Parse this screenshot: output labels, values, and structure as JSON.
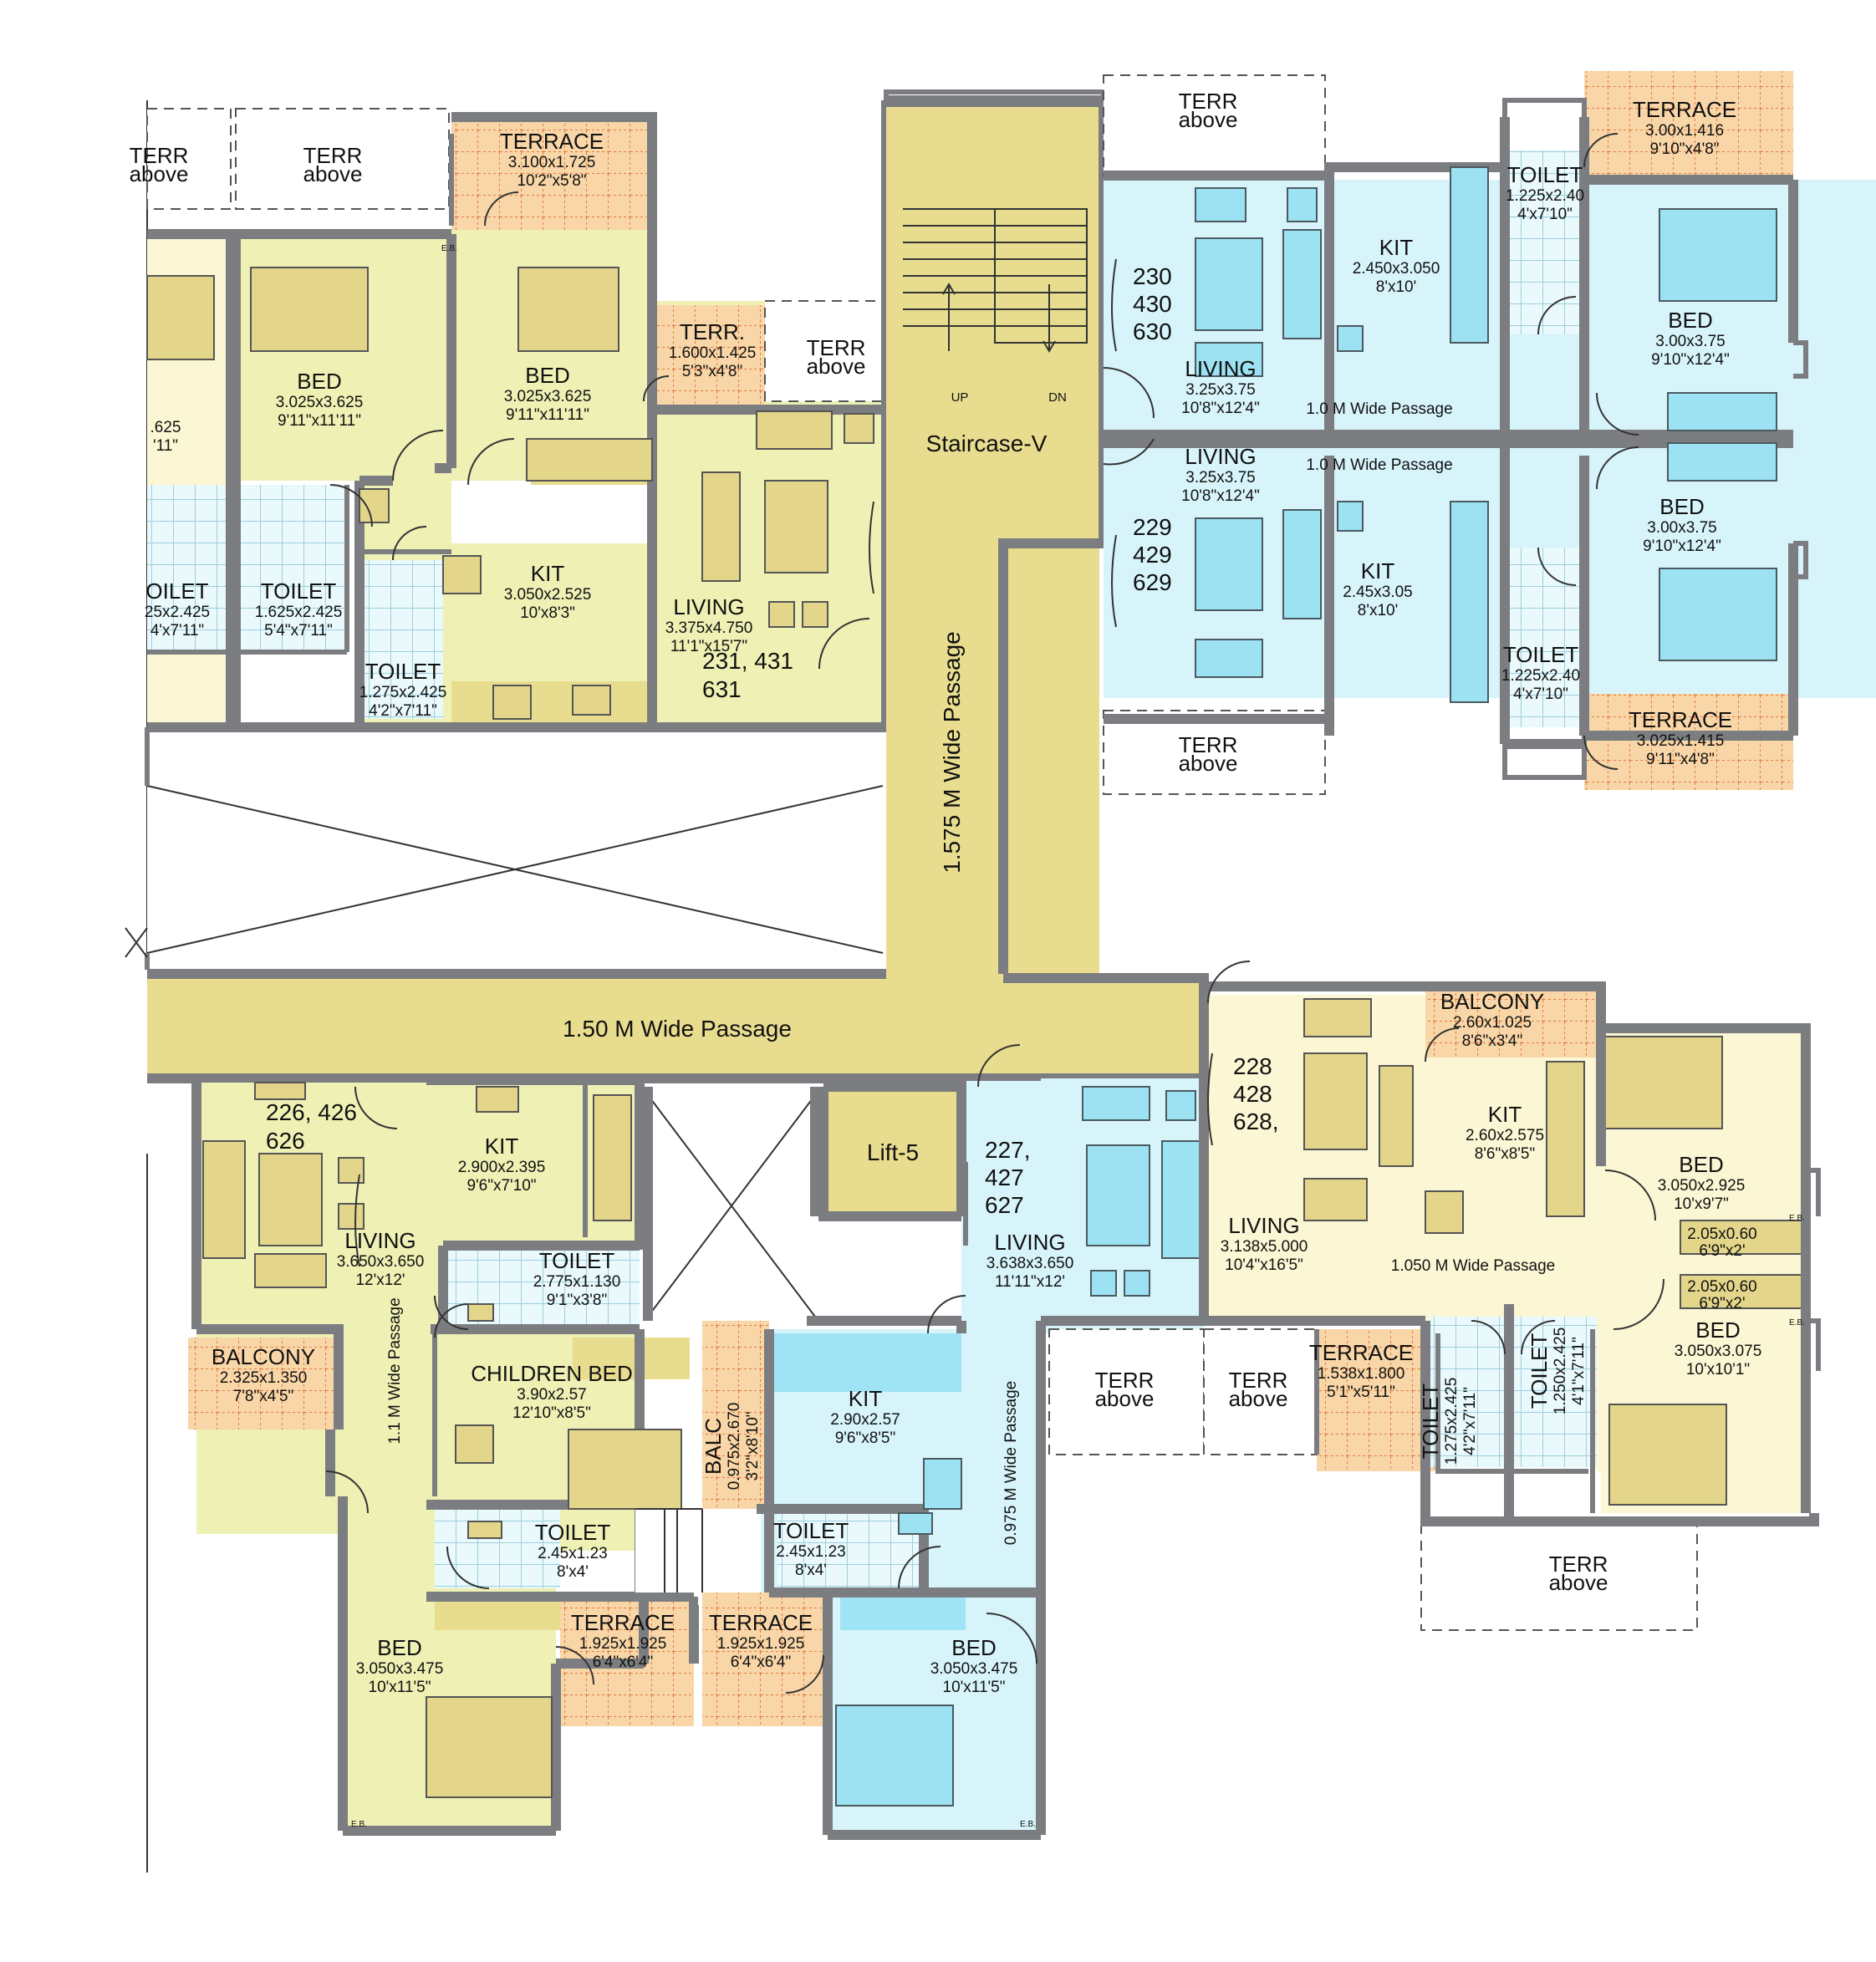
{
  "labels": {
    "terr_above_a": [
      "TERR",
      "above"
    ],
    "terr_above_b": [
      "TERR",
      "above"
    ],
    "terr_above_c": [
      "TERR",
      "above"
    ],
    "terr_above_d": [
      "TERR",
      "above"
    ],
    "terr_above_e": [
      "TERR",
      "above"
    ],
    "terr_above_f": [
      "TERR",
      "above"
    ],
    "terr_above_g": [
      "TERR",
      "above"
    ],
    "terr_above_h": [
      "TERR",
      "above"
    ],
    "staircase": "Staircase-V",
    "stair_up": "UP",
    "stair_dn": "DN",
    "passage_vertical": "1.575 M Wide Passage",
    "passage_horizontal": "1.50 M Wide Passage",
    "passage_1m_a": "1.0 M Wide Passage",
    "passage_1m_b": "1.0 M Wide Passage",
    "passage_1050": "1.050 M Wide Passage",
    "passage_11": "1.1 M Wide Passage",
    "passage_0975": "0.975 M Wide Passage",
    "lift": "Lift-5"
  },
  "rooms": [
    {
      "id": "terrace_231",
      "name": "TERRACE",
      "dims": "3.100x1.725",
      "imperial": "10'2\"x5'8\""
    },
    {
      "id": "terr_231",
      "name": "TERR.",
      "dims": "1.600x1.425",
      "imperial": "5'3\"x4'8\""
    },
    {
      "id": "bed_left",
      "name": "BED",
      "dims": "3.025x3.625",
      "imperial": "9'11\"x11'11\""
    },
    {
      "id": "bed_231",
      "name": "BED",
      "dims": "3.025x3.625",
      "imperial": "9'11\"x11'11\""
    },
    {
      "id": "kit_231",
      "name": "KIT",
      "dims": "3.050x2.525",
      "imperial": "10'x8'3\""
    },
    {
      "id": "living_231",
      "name": "LIVING",
      "dims": "3.375x4.750",
      "imperial": "11'1\"x15'7\""
    },
    {
      "id": "toilet_231",
      "name": "TOILET",
      "dims": "1.275x2.425",
      "imperial": "4'2\"x7'11\""
    },
    {
      "id": "toilet_left",
      "name": "TOILET",
      "dims": "1.625x2.425",
      "imperial": "5'4\"x7'11\""
    },
    {
      "id": "toilet_edge",
      "name": "OILET",
      "dims": "25x2.425",
      "imperial": "4'x7'11\""
    },
    {
      "id": "bed_edge",
      "name": "",
      "dims": ".625",
      "imperial": "'11\""
    },
    {
      "id": "living_230",
      "name": "LIVING",
      "dims": "3.25x3.75",
      "imperial": "10'8\"x12'4\""
    },
    {
      "id": "kit_230",
      "name": "KIT",
      "dims": "2.450x3.050",
      "imperial": "8'x10'"
    },
    {
      "id": "toilet_230",
      "name": "TOILET",
      "dims": "1.225x2.40",
      "imperial": "4'x7'10\""
    },
    {
      "id": "bed_230",
      "name": "BED",
      "dims": "3.00x3.75",
      "imperial": "9'10\"x12'4\""
    },
    {
      "id": "terrace_230",
      "name": "TERRACE",
      "dims": "3.00x1.416",
      "imperial": "9'10\"x4'8\""
    },
    {
      "id": "living_229",
      "name": "LIVING",
      "dims": "3.25x3.75",
      "imperial": "10'8\"x12'4\""
    },
    {
      "id": "kit_229",
      "name": "KIT",
      "dims": "2.45x3.05",
      "imperial": "8'x10'"
    },
    {
      "id": "toilet_229",
      "name": "TOILET",
      "dims": "1.225x2.40",
      "imperial": "4'x7'10\""
    },
    {
      "id": "bed_229",
      "name": "BED",
      "dims": "3.00x3.75",
      "imperial": "9'10\"x12'4\""
    },
    {
      "id": "terrace_229",
      "name": "TERRACE",
      "dims": "3.025x1.415",
      "imperial": "9'11\"x4'8\""
    },
    {
      "id": "kit_226",
      "name": "KIT",
      "dims": "2.900x2.395",
      "imperial": "9'6\"x7'10\""
    },
    {
      "id": "living_226",
      "name": "LIVING",
      "dims": "3.650x3.650",
      "imperial": "12'x12'"
    },
    {
      "id": "toilet_226a",
      "name": "TOILET",
      "dims": "2.775x1.130",
      "imperial": "9'1\"x3'8\""
    },
    {
      "id": "balcony_226",
      "name": "BALCONY",
      "dims": "2.325x1.350",
      "imperial": "7'8\"x4'5\""
    },
    {
      "id": "childbed_226",
      "name": "CHILDREN BED",
      "dims": "3.90x2.57",
      "imperial": "12'10\"x8'5\""
    },
    {
      "id": "toilet_226b",
      "name": "TOILET",
      "dims": "2.45x1.23",
      "imperial": "8'x4'"
    },
    {
      "id": "bed_226",
      "name": "BED",
      "dims": "3.050x3.475",
      "imperial": "10'x11'5\""
    },
    {
      "id": "terrace_226",
      "name": "TERRACE",
      "dims": "1.925x1.925",
      "imperial": "6'4\"x6'4\""
    },
    {
      "id": "terrace_227",
      "name": "TERRACE",
      "dims": "1.925x1.925",
      "imperial": "6'4\"x6'4\""
    },
    {
      "id": "balc_227",
      "name": "BALC",
      "dims": "0.975x2.670",
      "imperial": "3'2\"x8'10\""
    },
    {
      "id": "kit_227",
      "name": "KIT",
      "dims": "2.90x2.57",
      "imperial": "9'6\"x8'5\""
    },
    {
      "id": "toilet_227",
      "name": "TOILET",
      "dims": "2.45x1.23",
      "imperial": "8'x4'"
    },
    {
      "id": "bed_227",
      "name": "BED",
      "dims": "3.050x3.475",
      "imperial": "10'x11'5\""
    },
    {
      "id": "living_227",
      "name": "LIVING",
      "dims": "3.638x3.650",
      "imperial": "11'11\"x12'"
    },
    {
      "id": "balcony_228",
      "name": "BALCONY",
      "dims": "2.60x1.025",
      "imperial": "8'6\"x3'4\""
    },
    {
      "id": "kit_228",
      "name": "KIT",
      "dims": "2.60x2.575",
      "imperial": "8'6\"x8'5\""
    },
    {
      "id": "living_228",
      "name": "LIVING",
      "dims": "3.138x5.000",
      "imperial": "10'4\"x16'5\""
    },
    {
      "id": "bed_228a",
      "name": "BED",
      "dims": "3.050x2.925",
      "imperial": "10'x9'7\""
    },
    {
      "id": "bed_228b",
      "name": "BED",
      "dims": "3.050x3.075",
      "imperial": "10'x10'1\""
    },
    {
      "id": "terrace_228",
      "name": "TERRACE",
      "dims": "1.538x1.800",
      "imperial": "5'1\"x5'11\""
    },
    {
      "id": "toilet_228a",
      "name": "TOILET",
      "dims": "1.275x2.425",
      "imperial": "4'2\"x7'11\""
    },
    {
      "id": "toilet_228b",
      "name": "TOILET",
      "dims": "1.250x2.425",
      "imperial": "4'1\"x7'11\""
    },
    {
      "id": "ward_228a",
      "name": "",
      "dims": "2.05x0.60",
      "imperial": "6'9\"x2'"
    },
    {
      "id": "ward_228b",
      "name": "",
      "dims": "2.05x0.60",
      "imperial": "6'9\"x2'"
    }
  ],
  "units": {
    "u231": [
      "231, 431",
      "631"
    ],
    "u230": [
      "230",
      "430",
      "630"
    ],
    "u229": [
      "229",
      "429",
      "629"
    ],
    "u226": [
      "226, 426",
      "626"
    ],
    "u227": [
      "227,",
      "427",
      "627"
    ],
    "u228": [
      "228",
      "428",
      "628,"
    ]
  },
  "marks": {
    "eb": "E.B."
  }
}
